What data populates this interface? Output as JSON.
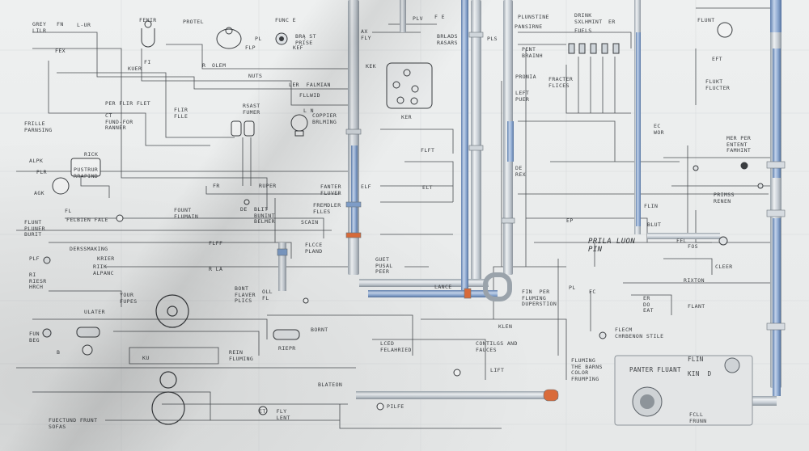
{
  "labels": {
    "grey_lilr": "GREY\nLILR",
    "fn_top": "FN",
    "l_ur": "L-UR",
    "fenir": "FENIR",
    "protel": "PROTEL",
    "fune_e": "FUNC E",
    "fex": "FEX",
    "fi": "FI",
    "kuer": "KUER",
    "r_small": "R",
    "olem": "OLEM",
    "nuts": "NUTS",
    "pl": "PL",
    "brst_prise": "BRĄ ST\nPRISE",
    "flp": "FLP",
    "kef": "KEF",
    "ax_fly": "AX\nFLY",
    "plv": "PLV",
    "f_e": "F E",
    "brlads_rasars": "BRLADS\nRASARS",
    "pls": "PLS",
    "plunstine": "PLUNSTINE",
    "pansirne": "PANSIRNE",
    "drink_sxlhmint": "DRINK\nSXLHMINT",
    "fuels": "FUELS",
    "er": "ER",
    "flunt": "FLUNT",
    "pent_brainh": "PENT\nBRAINH",
    "eft": "EFT",
    "flukt_flucter": "FLUKT\nFLUCTER",
    "ler_falmian": "LER  FALMIAN",
    "fllwid": "FLLWID",
    "per_flir_flet": "PER FLIR FLET",
    "flir_flle": "FLIR\nFLLE",
    "ct_fund": "CT\nFUND-FOR\nRANNER",
    "ker": "KER",
    "rsast_fumer": "RSAST\nFUMER",
    "copper_brlming": "COPPIER\nBRLMING",
    "l_n": "L N",
    "pronia": "PRONIA",
    "left_puer": "LEFT\nPUER",
    "fracter_flices": "FRACTER\nFLICES",
    "ec_wor": "EC\nWOR",
    "frille_parnsing": "FRILLE\nPARNSING",
    "rick": "RICK",
    "pustrur_rrapind": "PUSTRUR\nRRAPIND",
    "alpk": "ALPK",
    "plr": "PLR",
    "agk": "AGK",
    "ruper": "RUPER",
    "fr": "FR",
    "flft": "FLFT",
    "de_rex": "DE\nREX",
    "fanter_fluver": "FANTER\nFLUVER",
    "elf": "ELF",
    "elt": "ELT",
    "fl_left": "FL",
    "felbien_fale": "FELBIEN FALE",
    "fount_flumnin": "FOUNT\nFLUMAIN",
    "de": "DE",
    "blit_bunint_belmer": "BLIT\nBUNINT\nBELMER",
    "fremdler_flles": "FREMDLER\nFLLES",
    "scain": "SCAIN",
    "flunt_runer": "FLUNT\nPLUNER\nBURIT",
    "flin": "FLIN",
    "blut": "BLUT",
    "mer_per": "MER PER\nENTENT\nFAMHINT",
    "primss_renen": "PRIMSS\nRENEN",
    "ep": "EP",
    "flff": "FLFF",
    "flcce_pland": "FLCCE\nPLAND",
    "prila_luon": "PRILA LUON\nPIN",
    "derssmaking": "DERSSMAKING",
    "krier": "KRIER",
    "riik_alpanc": "RIIK\nALPANC",
    "fel": "FEL",
    "fos": "FOS",
    "cleer": "CLEER",
    "r_la": "R LA",
    "guet_pusal_peer": "GUET\nPUSAL\nPEER",
    "lance": "LANCE",
    "fin_per_fluming": "FIN  PER\nFLUMING\nDUPERSTION",
    "plf": "PLF",
    "ri_riesr_hrch": "RI\nRIESR\nHRCH",
    "your_fupes": "YOUR\nFUPES",
    "bont_flaver_plics": "BONT\nFLAVER\nPLICS",
    "oll_fl": "OLL\nFL",
    "ulater": "ULATER",
    "pl_fl": "PL",
    "fc": "FC",
    "er_do_eat": "ER\nDO\nEAT",
    "rixton": "RIXTON",
    "flant": "FLANT",
    "klen": "KLEN",
    "flecm_chrbenon": "FLECM\nCHRBENON STILE",
    "fun_beg": "FUN\nBEG",
    "bornt": "BORNT",
    "riepr": "RIEPR",
    "lced_felahried": "LCED\nFELAHRIED",
    "contilgs_fauces": "CONTILGS AND\nFAUCES",
    "rein_fluming": "REIN\nFLUMING",
    "fluming_carns": "FLUMING\nTHE BARNS\nCOLOR\nFRUMPING",
    "lift": "LIFT",
    "panter_fluant": "PANTER FLUANT",
    "flin_kin": "FLIN\n\nKIN  D",
    "fuectund_fount": "FUECTUND FRUNT\nSOFAS",
    "blaton": "BLATEON",
    "et_fly_lent": "ET   FLY\n     LENT",
    "pilfe": "PILFE",
    "fcll_frunn": "FCLL\nFRUNN",
    "ku": "KU",
    "kek": "KEK",
    "b_small": "B"
  },
  "icons": [
    "faucet-icon",
    "sink-fixture-icon",
    "valve-icon",
    "gauge-icon",
    "tap-icon",
    "lamp-icon",
    "pump-icon",
    "meter-icon",
    "drain-icon",
    "boiler-icon",
    "water-heater-icon",
    "sprinkler-icon",
    "ceramic-ring-icon"
  ],
  "colors": {
    "paper": "#e9eaea",
    "ink": "#3a3d40",
    "pipe_grey": "#c9cfd5",
    "pipe_blue": "#7e9dc8",
    "fitting_orange": "#d96b3a"
  }
}
